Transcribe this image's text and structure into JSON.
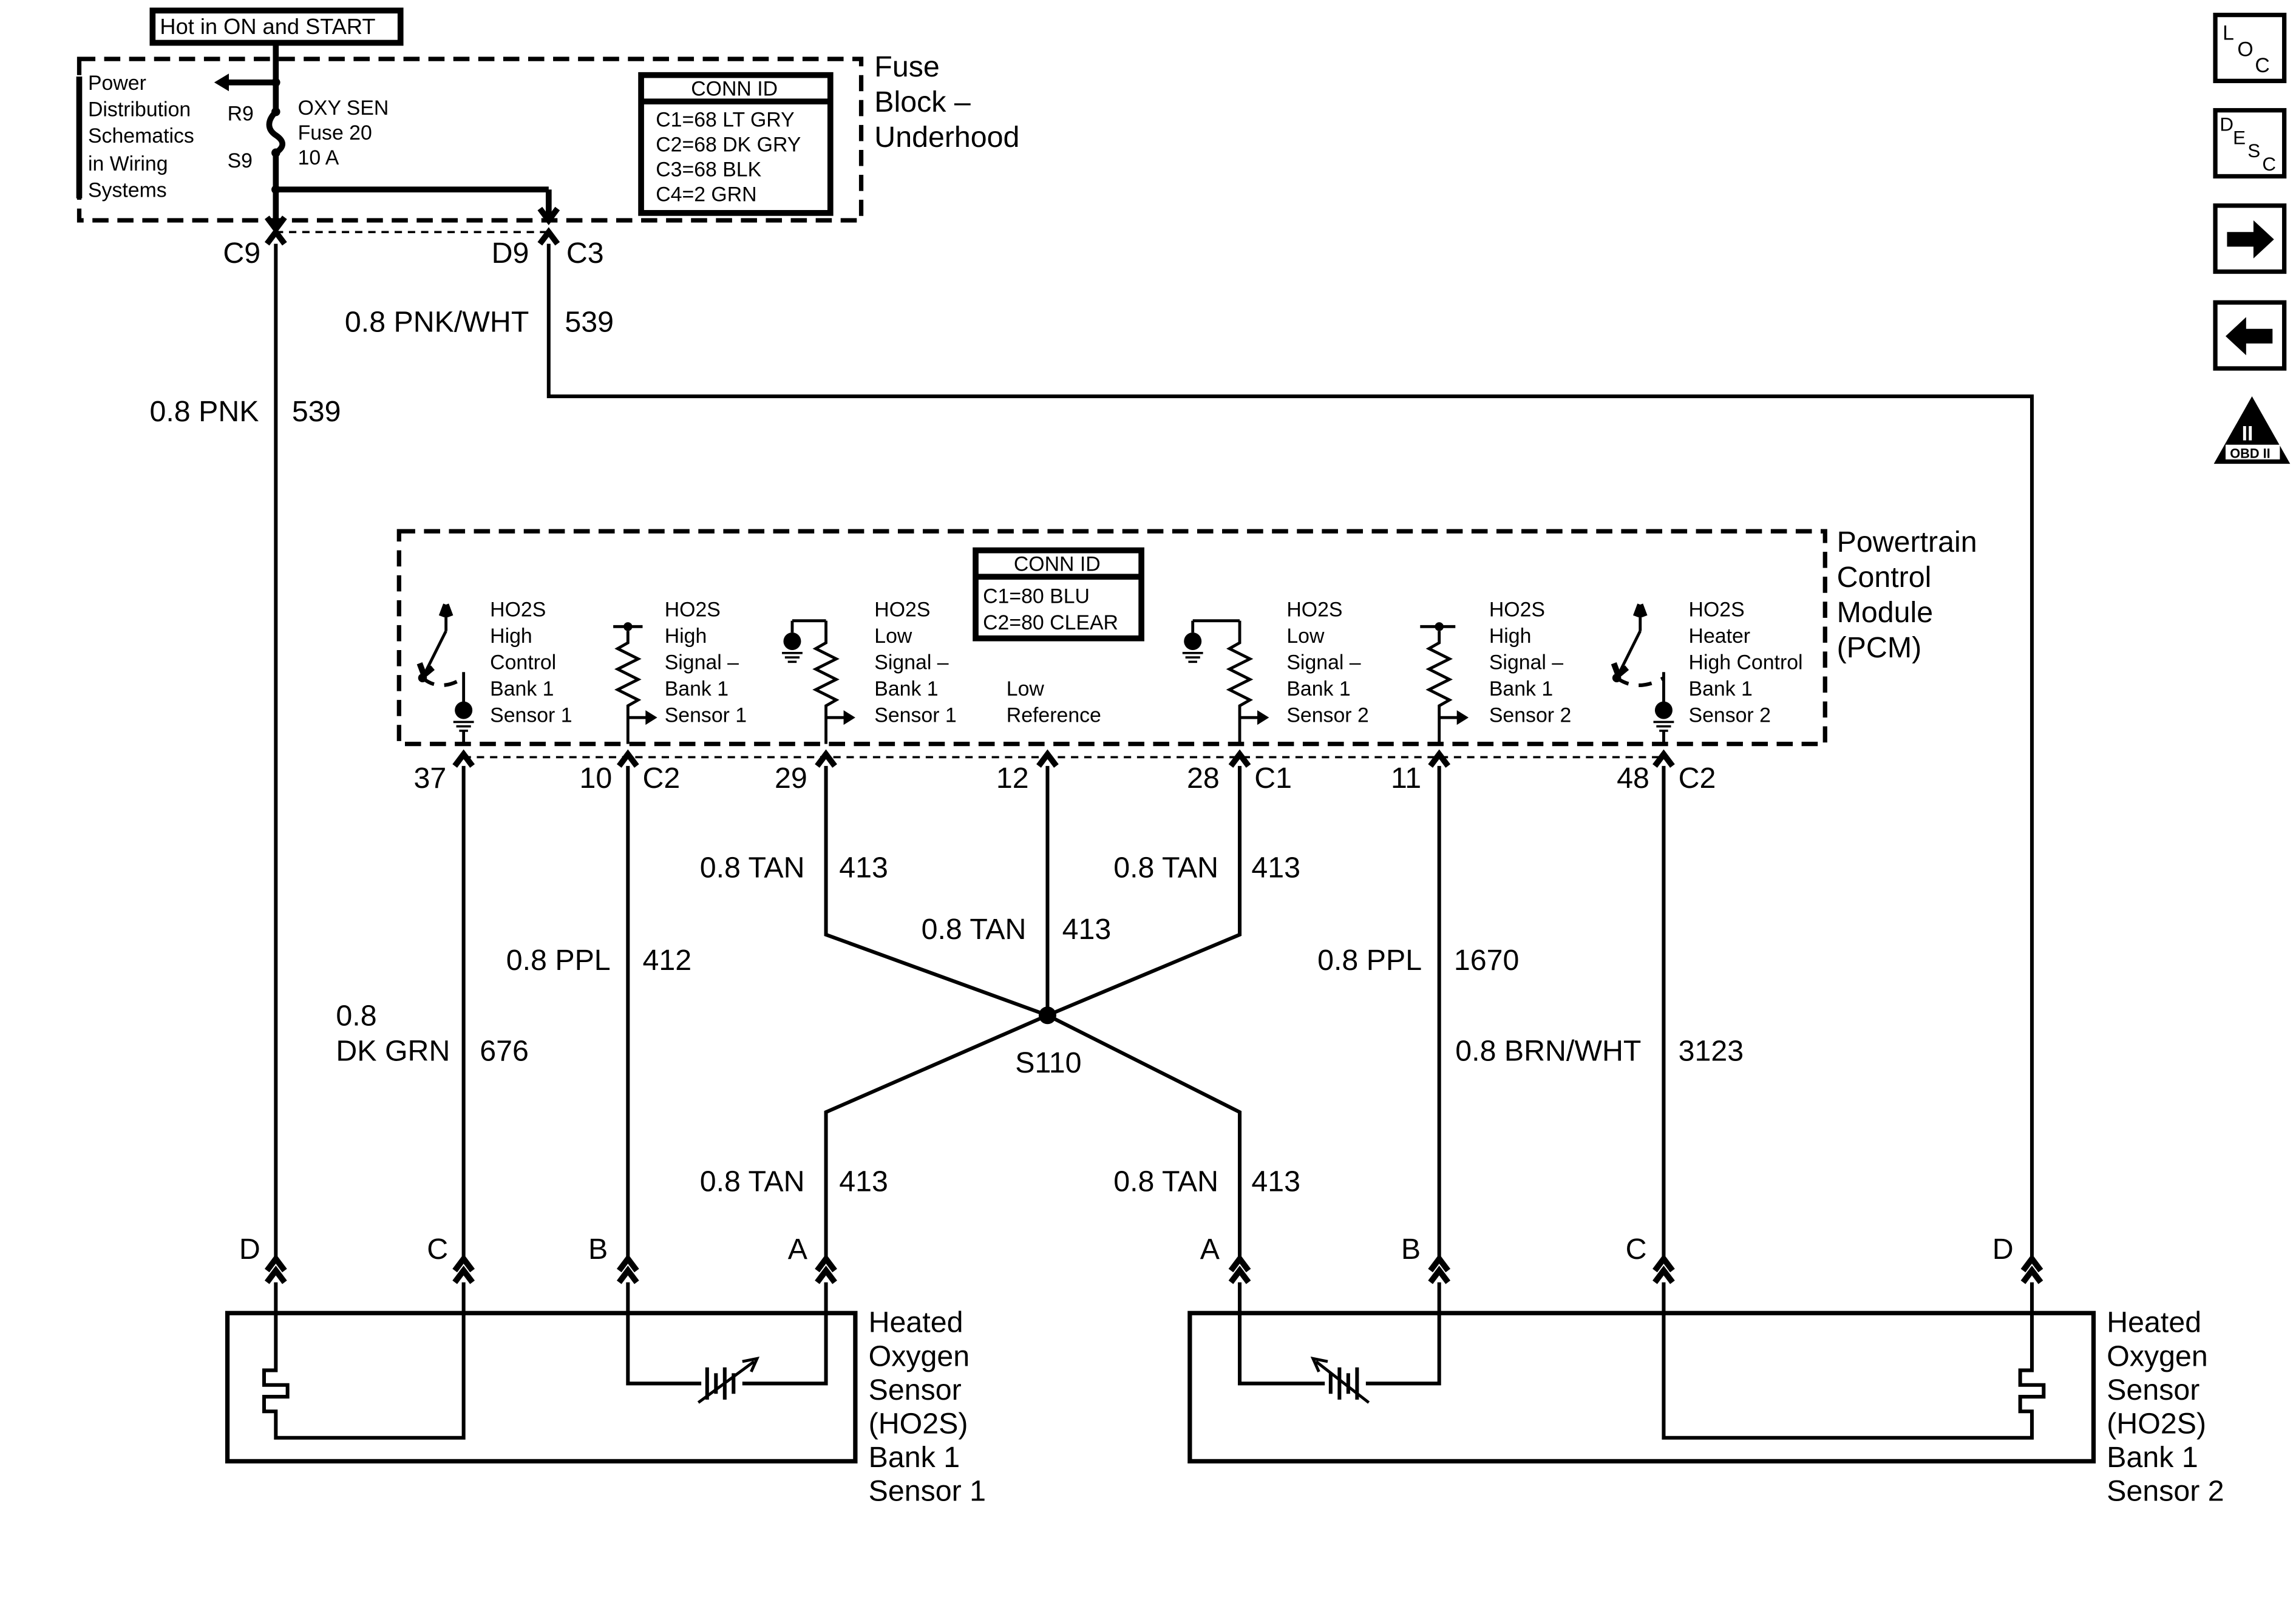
{
  "header_label": "Hot in ON and START",
  "fuse_block": {
    "title_lines": [
      "Fuse",
      "Block –",
      "Underhood"
    ],
    "note_lines": [
      "Power",
      "Distribution",
      "Schematics",
      "in Wiring",
      "Systems"
    ],
    "fuse_lines": [
      "OXY SEN",
      "Fuse 20",
      "10 A"
    ],
    "pin_top": "R9",
    "pin_bottom": "S9",
    "conn_id": {
      "title": "CONN ID",
      "items": [
        "C1=68 LT GRY",
        "C2=68 DK GRY",
        "C3=68 BLK",
        "C4=2 GRN"
      ]
    },
    "out_left": "C9",
    "out_right_pin": "D9",
    "out_right_conn": "C3"
  },
  "pcm": {
    "title_lines": [
      "Powertrain",
      "Control",
      "Module",
      "(PCM)"
    ],
    "conn_id": {
      "title": "CONN ID",
      "items": [
        "C1=80 BLU",
        "C2=80 CLEAR"
      ]
    },
    "circuits": [
      {
        "lines": [
          "HO2S",
          "High",
          "Control",
          "Bank 1",
          "Sensor 1"
        ],
        "pin": "37",
        "conn": ""
      },
      {
        "lines": [
          "HO2S",
          "High",
          "Signal –",
          "Bank 1",
          "Sensor 1"
        ],
        "pin": "10",
        "conn": "C2"
      },
      {
        "lines": [
          "HO2S",
          "Low",
          "Signal –",
          "Bank 1",
          "Sensor 1"
        ],
        "pin": "29",
        "conn": ""
      },
      {
        "lines": [
          "Low",
          "Reference"
        ],
        "pin": "12",
        "conn": ""
      },
      {
        "lines": [
          "HO2S",
          "Low",
          "Signal –",
          "Bank 1",
          "Sensor 2"
        ],
        "pin": "28",
        "conn": "C1"
      },
      {
        "lines": [
          "HO2S",
          "High",
          "Signal –",
          "Bank 1",
          "Sensor 2"
        ],
        "pin": "11",
        "conn": ""
      },
      {
        "lines": [
          "HO2S",
          "Heater",
          "High Control",
          "Bank 1",
          "Sensor 2"
        ],
        "pin": "48",
        "conn": "C2"
      }
    ]
  },
  "wires": {
    "pnk_wht": {
      "gauge": "0.8 PNK/WHT",
      "circuit": "539"
    },
    "pnk": {
      "gauge": "0.8 PNK",
      "circuit": "539"
    },
    "dk_grn": {
      "gauge_lines": [
        "0.8",
        "DK GRN"
      ],
      "circuit": "676"
    },
    "ppl_412": {
      "gauge": "0.8 PPL",
      "circuit": "412"
    },
    "tan_left_upper": {
      "gauge": "0.8 TAN",
      "circuit": "413"
    },
    "tan_center": {
      "gauge": "0.8 TAN",
      "circuit": "413"
    },
    "tan_right_upper": {
      "gauge": "0.8 TAN",
      "circuit": "413"
    },
    "ppl_1670": {
      "gauge": "0.8 PPL",
      "circuit": "1670"
    },
    "brn_wht": {
      "gauge": "0.8 BRN/WHT",
      "circuit": "3123"
    },
    "tan_left_lower": {
      "gauge": "0.8 TAN",
      "circuit": "413"
    },
    "tan_right_lower": {
      "gauge": "0.8 TAN",
      "circuit": "413"
    }
  },
  "splice": "S110",
  "sensor1": {
    "title_lines": [
      "Heated",
      "Oxygen",
      "Sensor",
      "(HO2S)",
      "Bank 1",
      "Sensor 1"
    ],
    "pins": [
      "D",
      "C",
      "B",
      "A"
    ]
  },
  "sensor2": {
    "title_lines": [
      "Heated",
      "Oxygen",
      "Sensor",
      "(HO2S)",
      "Bank 1",
      "Sensor 2"
    ],
    "pins": [
      "A",
      "B",
      "C",
      "D"
    ]
  },
  "side_icons": {
    "loc": [
      "L",
      "O",
      "C"
    ],
    "desc": [
      "D",
      "E",
      "S",
      "C"
    ],
    "next": "arrow-right-icon",
    "prev": "arrow-left-icon",
    "obd_numeral": "II",
    "obd_text": "OBD II"
  }
}
